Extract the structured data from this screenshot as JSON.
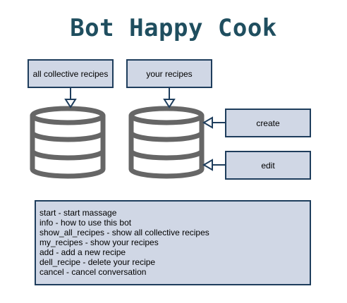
{
  "title": "Bot Happy Cook",
  "boxes": {
    "all_collective": "all collective recipes",
    "your_recipes": "your recipes",
    "create": "create",
    "edit": "edit"
  },
  "commands": [
    "start - start massage",
    "info - how to use this bot",
    "show_all_recipes - show all collective recipes",
    "my_recipes - show your recipes",
    "add - add a new recipe",
    "dell_recipe - delete your recipe",
    "cancel - cancel conversation"
  ],
  "colors": {
    "title": "#1f4e5f",
    "box_fill": "#d0d7e5",
    "box_border": "#1e3d5c",
    "database": "#666666"
  },
  "icons": [
    "database-icon",
    "arrow-down",
    "arrow-left"
  ]
}
